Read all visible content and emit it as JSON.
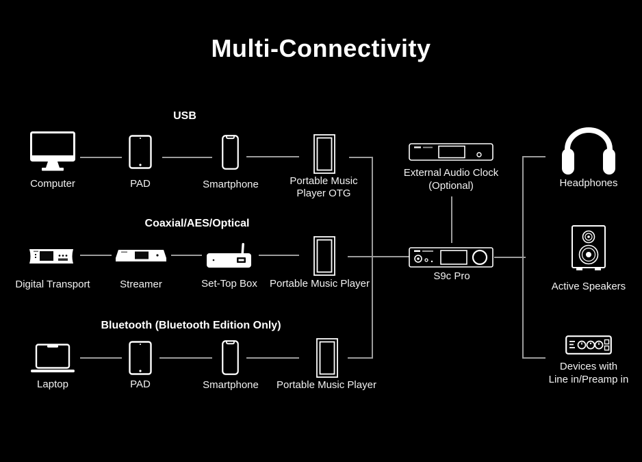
{
  "title": "Multi-Connectivity",
  "colors": {
    "background": "#000000",
    "icon": "#ffffff",
    "connector": "#9c9c9c",
    "text": "#f2f2f2"
  },
  "rows": [
    {
      "heading": "USB",
      "devices": [
        {
          "label": "Computer",
          "icon": "computer-icon"
        },
        {
          "label": "PAD",
          "icon": "tablet-icon"
        },
        {
          "label": "Smartphone",
          "icon": "smartphone-icon"
        },
        {
          "label": "Portable Music",
          "label2": "Player OTG",
          "icon": "portable-player-icon"
        }
      ]
    },
    {
      "heading": "Coaxial/AES/Optical",
      "devices": [
        {
          "label": "Digital Transport",
          "icon": "digital-transport-icon"
        },
        {
          "label": "Streamer",
          "icon": "streamer-icon"
        },
        {
          "label": "Set-Top Box",
          "icon": "set-top-box-icon"
        },
        {
          "label": "Portable Music Player",
          "icon": "portable-player-icon"
        }
      ]
    },
    {
      "heading": "Bluetooth (Bluetooth Edition Only)",
      "devices": [
        {
          "label": "Laptop",
          "icon": "laptop-icon"
        },
        {
          "label": "PAD",
          "icon": "tablet-icon"
        },
        {
          "label": "Smartphone",
          "icon": "smartphone-icon"
        },
        {
          "label": "Portable Music Player",
          "icon": "portable-player-icon"
        }
      ]
    }
  ],
  "hub": {
    "clock": {
      "label": "External Audio Clock",
      "label2": "(Optional)",
      "icon": "audio-clock-icon"
    },
    "dac": {
      "label": "S9c Pro",
      "icon": "dac-icon"
    }
  },
  "outputs": [
    {
      "label": "Headphones",
      "icon": "headphones-icon"
    },
    {
      "label": "Active Speakers",
      "icon": "speaker-icon"
    },
    {
      "label": "Devices with",
      "label2": "Line in/Preamp in",
      "icon": "amplifier-icon"
    }
  ]
}
